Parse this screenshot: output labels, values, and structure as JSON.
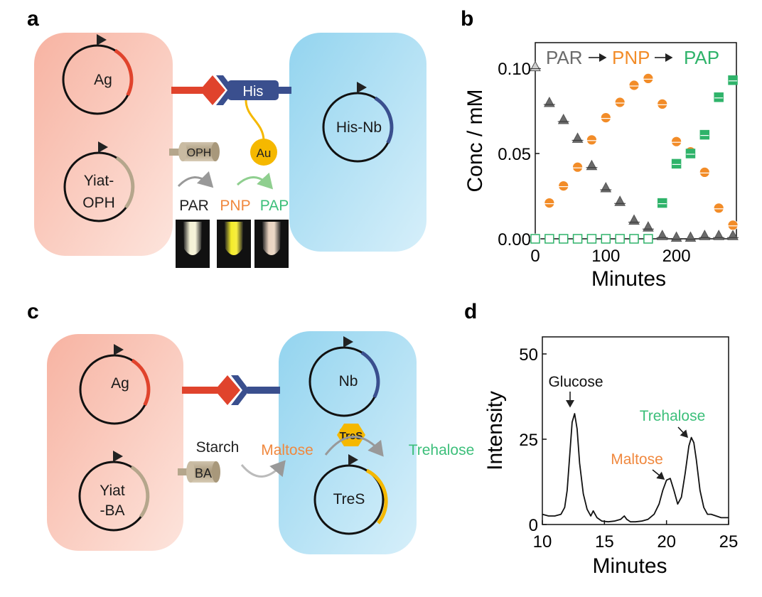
{
  "panels": {
    "a": {
      "letter": "a",
      "plasmid_ag": "Ag",
      "plasmid_yiat_oph_line1": "Yiat-",
      "plasmid_yiat_oph_line2": "OPH",
      "plasmid_his_nb": "His-Nb",
      "tag_his": "His",
      "enzyme_oph": "OPH",
      "particle_au": "Au",
      "compounds": [
        "PAR",
        "PNP",
        "PAP"
      ]
    },
    "b": {
      "letter": "b",
      "legend_seq": [
        "PAR",
        "PNP",
        "PAP"
      ]
    },
    "c": {
      "letter": "c",
      "plasmid_ag": "Ag",
      "plasmid_yiat_ba_line1": "Yiat",
      "plasmid_yiat_ba_line2": "-BA",
      "plasmid_nb": "Nb",
      "plasmid_tres": "TreS",
      "enzyme_ba": "BA",
      "enzyme_tres": "TreS",
      "substrate": "Starch",
      "product_1": "Maltose",
      "product_2": "Trehalose"
    },
    "d": {
      "letter": "d",
      "peak_glucose": "Glucose",
      "peak_maltose": "Maltose",
      "peak_trehalose": "Trehalose"
    }
  },
  "colors": {
    "host_cell": "#f9c4b4",
    "target_cell": "#a9ddf1",
    "red_ag": "#e0432c",
    "blue_nb": "#3a4f8e",
    "tan_display": "#b5a68c",
    "gold": "#f5b800",
    "gray_par": "#6b6b6b",
    "orange_pnp": "#f28c28",
    "green_pap": "#2fb36a",
    "orange_text": "#f0883e",
    "green_text": "#3cbf7a"
  },
  "chart_data": [
    {
      "type": "scatter",
      "panel": "b",
      "xlabel": "Minutes",
      "ylabel": "Conc / mM",
      "xlim": [
        0,
        285
      ],
      "ylim": [
        0,
        0.115
      ],
      "xticks": [
        0,
        100,
        200
      ],
      "yticks": [
        0.0,
        0.05,
        0.1
      ],
      "ytick_labels": [
        "0.00",
        "0.05",
        "0.10"
      ],
      "grid": false,
      "series": [
        {
          "name": "PAR",
          "marker": "triangle",
          "x": [
            0,
            20,
            40,
            60,
            80,
            100,
            120,
            140,
            160,
            180,
            200,
            220,
            240,
            260,
            280
          ],
          "y": [
            0.101,
            0.08,
            0.07,
            0.059,
            0.043,
            0.03,
            0.022,
            0.011,
            0.007,
            0.002,
            0.001,
            0.001,
            0.002,
            0.002,
            0.002
          ]
        },
        {
          "name": "PNP",
          "marker": "circle",
          "x": [
            0,
            20,
            40,
            60,
            80,
            100,
            120,
            140,
            160,
            180,
            200,
            220,
            240,
            260,
            280
          ],
          "y": [
            0.0,
            0.021,
            0.031,
            0.042,
            0.058,
            0.071,
            0.08,
            0.09,
            0.094,
            0.079,
            0.057,
            0.051,
            0.039,
            0.018,
            0.008
          ]
        },
        {
          "name": "PAP",
          "marker": "square",
          "x": [
            0,
            20,
            40,
            60,
            80,
            100,
            120,
            140,
            160,
            180,
            200,
            220,
            240,
            260,
            280
          ],
          "y": [
            0.0,
            0.0,
            0.0,
            0.0,
            0.0,
            0.0,
            0.0,
            0.0,
            0.0,
            0.021,
            0.044,
            0.05,
            0.061,
            0.083,
            0.093
          ]
        }
      ]
    },
    {
      "type": "line",
      "panel": "d",
      "xlabel": "Minutes",
      "ylabel": "Intensity",
      "xlim": [
        10,
        25
      ],
      "ylim": [
        0,
        55
      ],
      "xticks": [
        10,
        15,
        20,
        25
      ],
      "yticks": [
        0,
        25,
        50
      ],
      "grid": false,
      "x": [
        10.0,
        10.5,
        11.0,
        11.5,
        11.8,
        12.0,
        12.2,
        12.4,
        12.6,
        12.8,
        13.0,
        13.3,
        13.6,
        13.9,
        14.1,
        14.4,
        14.8,
        15.3,
        15.8,
        16.3,
        16.6,
        16.8,
        17.1,
        17.5,
        18.0,
        18.5,
        19.0,
        19.4,
        19.7,
        20.0,
        20.3,
        20.6,
        20.9,
        21.2,
        21.5,
        21.8,
        22.0,
        22.2,
        22.4,
        22.7,
        23.0,
        23.3,
        23.6,
        24.0,
        24.4,
        24.8,
        25.0
      ],
      "y": [
        3,
        2.5,
        2.5,
        3,
        5,
        10,
        20,
        30,
        32.5,
        28,
        18,
        9,
        4.5,
        2.5,
        4,
        2,
        1,
        0.8,
        1,
        1.5,
        2.5,
        1.5,
        0.8,
        0.8,
        1,
        1.5,
        3,
        6,
        10,
        13,
        13.5,
        10,
        6,
        8,
        15,
        23,
        25.5,
        24,
        19,
        10,
        5,
        3,
        3,
        2.5,
        2,
        2,
        2
      ]
    }
  ]
}
